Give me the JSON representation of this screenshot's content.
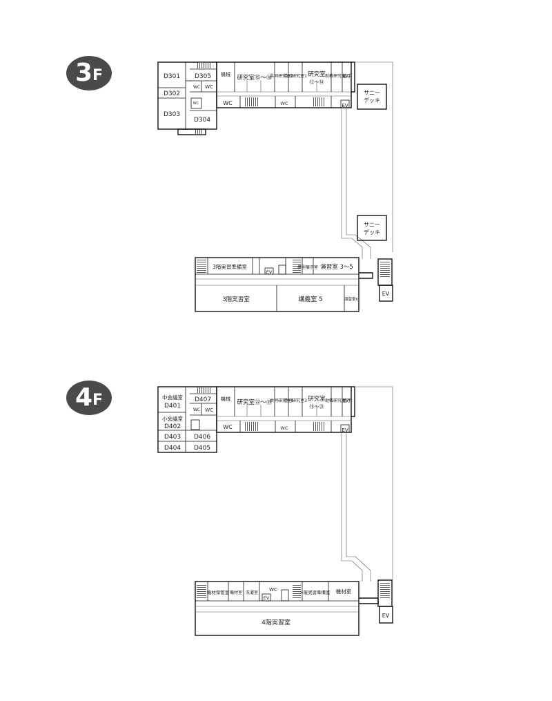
{
  "floors": {
    "f3": {
      "badge_num": "3",
      "badge_suffix": "F",
      "rooms": {
        "d301": "D301",
        "d302": "D302",
        "d303": "D303",
        "d304": "D304",
        "d305": "D305",
        "wc_a": "WC",
        "wc_b": "WC",
        "wc_c": "WC",
        "wc_d": "WC",
        "wc_e": "WC",
        "kikai": "機械",
        "lab_15_18": "研究室⑮〜⑱",
        "shared_lab_2": "共同研究室2",
        "shared_lab_1": "共同研究室1",
        "lab_12_14_a": "研究室",
        "lab_12_14_b": "⑫〜⑭",
        "assistant_lab_2": "助教研究室2",
        "assistant": "助手",
        "sunny_deck_top_1": "サニー",
        "sunny_deck_top_2": "デッキ",
        "sunny_deck_bottom_1": "サニー",
        "sunny_deck_bottom_2": "デッキ",
        "ev_a": "EV",
        "ev_b": "EV",
        "ev_c": "EV",
        "prep_room": "3階実習準備室",
        "model_room": "模型展示室",
        "practice_3_5": "演習室 3〜5",
        "practice_lab": "3階実習室",
        "lecture_5": "講義室 5",
        "practice_6": "演習室6"
      }
    },
    "f4": {
      "badge_num": "4",
      "badge_suffix": "F",
      "rooms": {
        "mid_meeting": "中会議室",
        "d401": "D401",
        "small_meeting": "小会議室",
        "d402": "D402",
        "d403": "D403",
        "d404": "D404",
        "d405": "D405",
        "d406": "D406",
        "d407": "D407",
        "wc_a": "WC",
        "wc_b": "WC",
        "wc_c": "WC",
        "wc_d": "WC",
        "wc_e": "WC",
        "kikai": "機械",
        "lab_22_25": "研究室㉒〜㉕",
        "shared_lab_4": "共同研究室4",
        "shared_lab_3": "共同研究室3",
        "lab_19_21_a": "研究室",
        "lab_19_21_b": "⑲〜㉑",
        "assistant_lab_3": "助教研究室3",
        "assistant": "助手",
        "ev_a": "EV",
        "ev_b": "EV",
        "ev_c": "EV",
        "equip_storage": "機材保管室",
        "equip_room_small": "機材室",
        "washroom": "洗濯室",
        "prep_room": "4階実習準備室",
        "equip_room": "機材室",
        "practice_lab": "4階実習室"
      }
    }
  }
}
